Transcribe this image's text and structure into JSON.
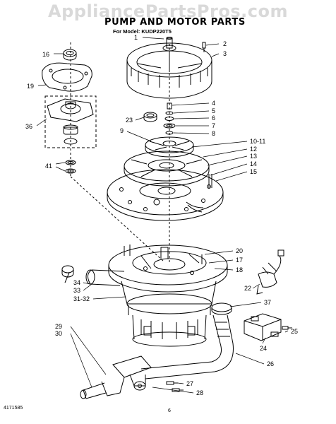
{
  "watermark": "AppliancePartsPros.com",
  "title": "PUMP AND MOTOR PARTS",
  "subtitle": "For Model: KUDP220T5",
  "footer_code": "4171585",
  "page_number": "6",
  "callouts": {
    "c1": "1",
    "c2": "2",
    "c3": "3",
    "c4": "4",
    "c5": "5",
    "c6": "6",
    "c7": "7",
    "c8": "8",
    "c9": "9",
    "c10_11": "10-11",
    "c12": "12",
    "c13": "13",
    "c14": "14",
    "c15": "15",
    "c16": "16",
    "c17": "17",
    "c18": "18",
    "c19": "19",
    "c20": "20",
    "c22": "22",
    "c23": "23",
    "c24": "24",
    "c25": "25",
    "c26": "26",
    "c27": "27",
    "c28": "28",
    "c29": "29",
    "c30": "30",
    "c31_32": "31-32",
    "c33": "33",
    "c34": "34",
    "c36": "36",
    "c37": "37",
    "c41": "41"
  }
}
